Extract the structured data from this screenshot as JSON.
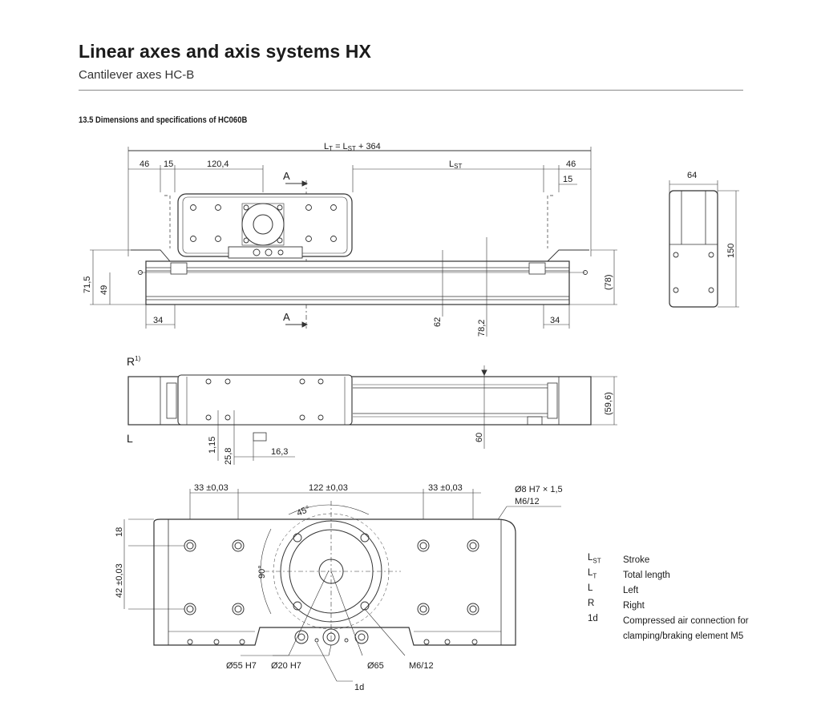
{
  "header": {
    "title": "Linear axes and axis systems HX",
    "subtitle": "Cantilever axes HC-B",
    "section": "13.5 Dimensions and specifications of HC060B"
  },
  "top_view": {
    "lt_formula": "L",
    "lt_sub": "T",
    "lt_mid": " = L",
    "lt_sub2": "ST",
    "lt_tail": " + 364",
    "d46_left": "46",
    "d15_left": "15",
    "d120": "120,4",
    "lst": "L",
    "lst_sub": "ST",
    "d46_right": "46",
    "d15_right": "15",
    "section_a_top": "A",
    "section_a_bottom": "A",
    "d71": "71,5",
    "d49": "49",
    "d78": "(78)",
    "d34_left": "34",
    "d62": "62",
    "d782": "78,2",
    "d34_right": "34"
  },
  "side_view": {
    "d64": "64",
    "d150": "150"
  },
  "plan_view": {
    "r_label": "R",
    "r_note": "1)",
    "l_label": "L",
    "d596": "(59,6)",
    "d115": "1,15",
    "d258": "25,8",
    "d163": "16,3",
    "d60": "60"
  },
  "carriage_view": {
    "d33_left": "33 ±0,03",
    "d122": "122 ±0,03",
    "d33_right": "33 ±0,03",
    "hole_note_1": "Ø8 H7 × 1,5",
    "hole_note_2": "M6/12",
    "d18": "18",
    "d42": "42 ±0,03",
    "angle45": "45°",
    "angle90": "90°",
    "d55": "Ø55 H7",
    "d20": "Ø20 H7",
    "d65": "Ø65",
    "m6": "M6/12",
    "d1d": "1d"
  },
  "legend": [
    {
      "sym": "L",
      "sub": "ST",
      "desc": "Stroke"
    },
    {
      "sym": "L",
      "sub": "T",
      "desc": "Total length"
    },
    {
      "sym": "L",
      "sub": "",
      "desc": "Left"
    },
    {
      "sym": "R",
      "sub": "",
      "desc": "Right"
    },
    {
      "sym": "1d",
      "sub": "",
      "desc": "Compressed air connection for clamping/braking element M5"
    }
  ]
}
